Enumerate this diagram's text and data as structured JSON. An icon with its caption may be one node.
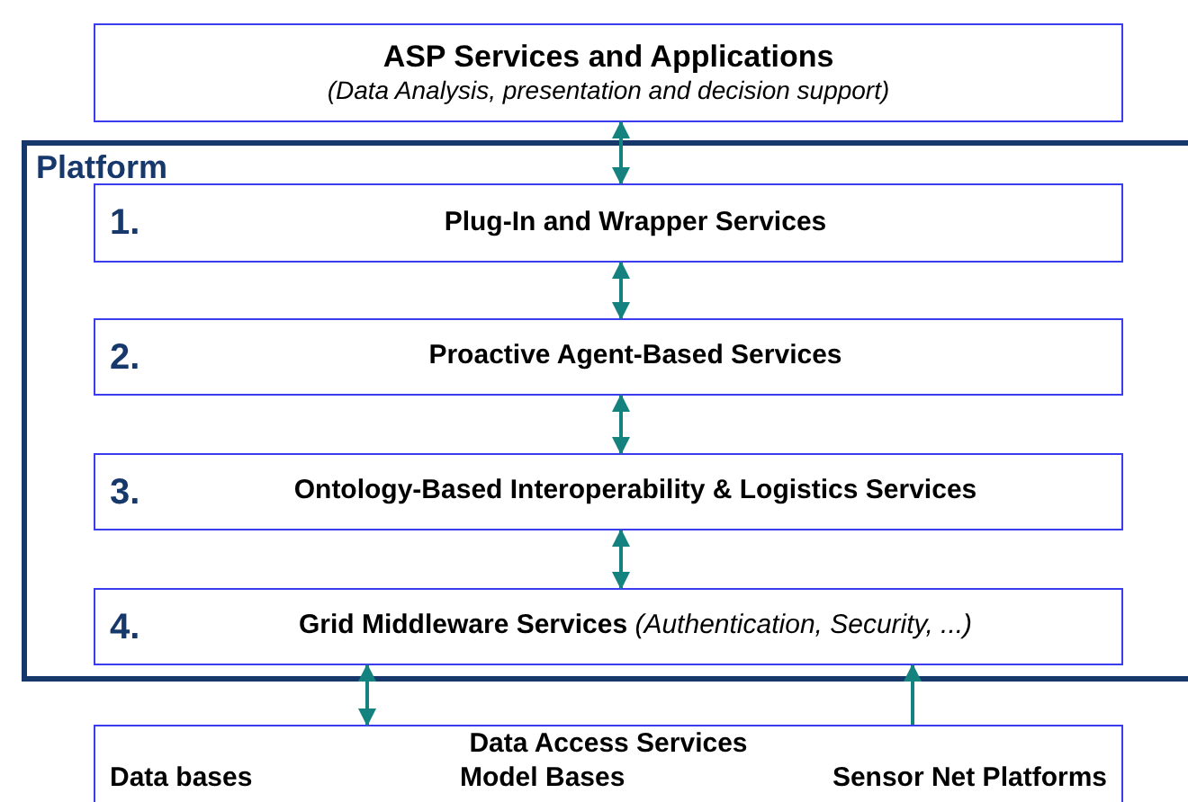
{
  "diagram": {
    "nodes": [
      {
        "text": [
          "ASP Services and Applications",
          "(Data Analysis, presentation and decision support)"
        ]
      },
      {
        "text": [
          "Platform"
        ]
      },
      {
        "text": [
          "1.",
          "Plug-In and Wrapper Services"
        ],
        "in": 1
      },
      {
        "text": [
          "2.",
          "Proactive Agent-Based Services"
        ],
        "in": 1
      },
      {
        "text": [
          "3.",
          "Ontology-Based Interoperability & Logistics Services"
        ],
        "in": 1
      },
      {
        "text": [
          "4.",
          "Grid Middleware Services *(Authentication, Security, ...)*"
        ],
        "in": 1
      },
      {
        "text": [
          "Data Access Services",
          "Data bases",
          "Model Bases",
          "Sensor Net Platforms"
        ]
      }
    ],
    "edges": [
      {
        "from": 0,
        "to": 2,
        "arrow": "both"
      },
      {
        "from": 2,
        "to": 3,
        "arrow": "both"
      },
      {
        "from": 3,
        "to": 4,
        "arrow": "both"
      },
      {
        "from": 4,
        "to": 5,
        "arrow": "both"
      },
      {
        "from": 6,
        "to": 5,
        "arrow": "both"
      },
      {
        "from": 6,
        "to": 5,
        "arrow": "to"
      }
    ]
  }
}
